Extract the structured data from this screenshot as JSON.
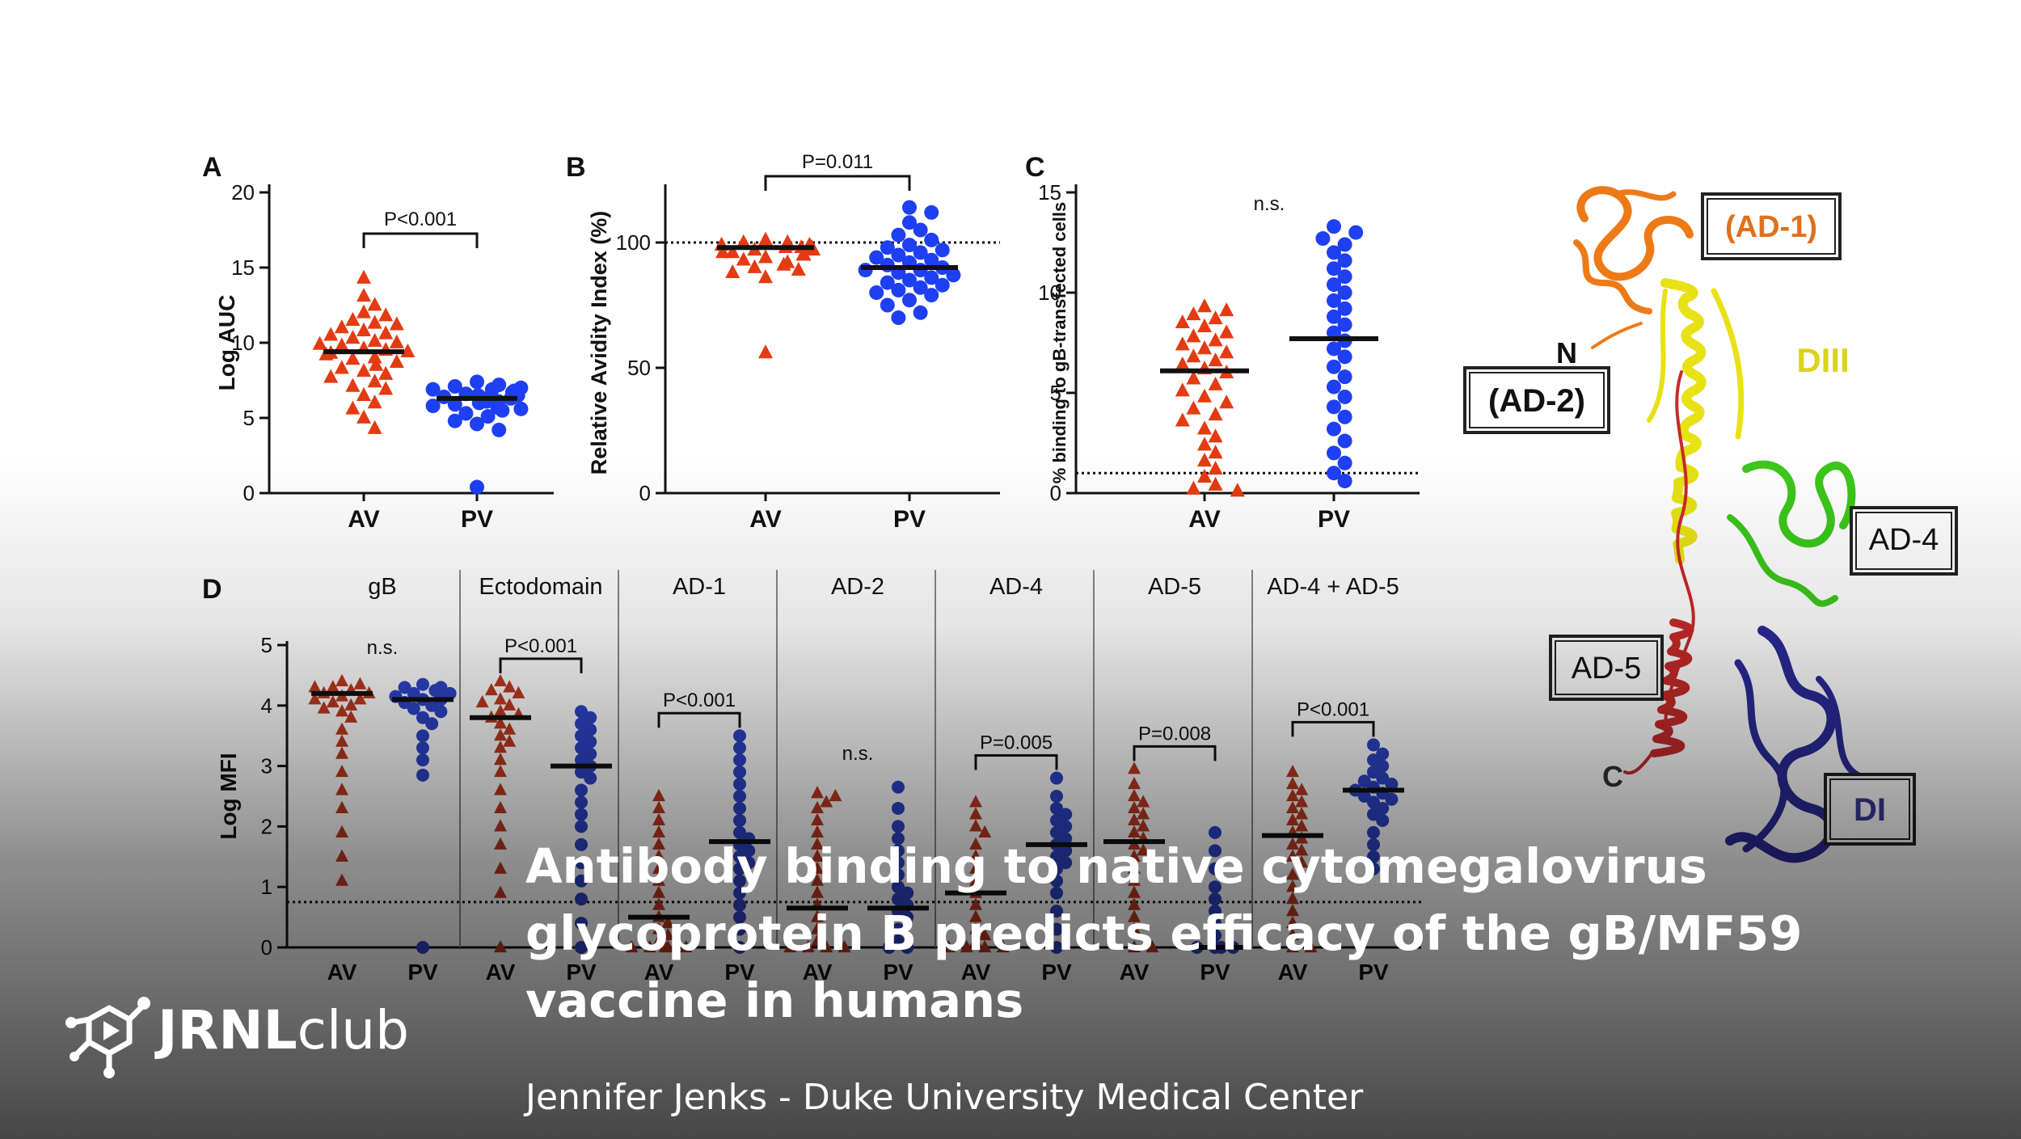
{
  "panels": {
    "A": {
      "letter": "A",
      "ylabel": "Log AUC",
      "yticks": [
        "0",
        "5",
        "10",
        "15",
        "20"
      ],
      "xticks": [
        "AV",
        "PV"
      ],
      "pvalue": "P<0.001"
    },
    "B": {
      "letter": "B",
      "ylabel": "Relative Avidity Index (%)",
      "yticks": [
        "0",
        "50",
        "100"
      ],
      "xticks": [
        "AV",
        "PV"
      ],
      "pvalue": "P=0.011"
    },
    "C": {
      "letter": "C",
      "ylabel": "% binding to gB-transfected cells",
      "yticks": [
        "0",
        "5",
        "10",
        "15"
      ],
      "xticks": [
        "AV",
        "PV"
      ],
      "pvalue": "n.s."
    },
    "D": {
      "letter": "D",
      "ylabel": "Log MFI",
      "yticks": [
        "0",
        "1",
        "2",
        "3",
        "4",
        "5"
      ],
      "groups": [
        {
          "label": "gB",
          "pvalue": "n.s.",
          "xticks": [
            "AV",
            "PV"
          ]
        },
        {
          "label": "Ectodomain",
          "pvalue": "P<0.001",
          "xticks": [
            "AV",
            "PV"
          ]
        },
        {
          "label": "AD-1",
          "pvalue": "P<0.001",
          "xticks": [
            "AV",
            "PV"
          ]
        },
        {
          "label": "AD-2",
          "pvalue": "n.s.",
          "xticks": [
            "AV",
            "PV"
          ]
        },
        {
          "label": "AD-4",
          "pvalue": "P=0.005",
          "xticks": [
            "AV",
            "PV"
          ]
        },
        {
          "label": "AD-5",
          "pvalue": "P=0.008",
          "xticks": [
            "AV",
            "PV"
          ]
        },
        {
          "label": "AD-4 + AD-5",
          "pvalue": "P<0.001",
          "xticks": [
            "AV",
            "PV"
          ]
        }
      ]
    }
  },
  "structure_labels": {
    "ad1": "(AD-1)",
    "ad2": "(AD-2)",
    "ad4": "AD-4",
    "ad5": "AD-5",
    "di": "DI",
    "diii": "DIII",
    "n": "N",
    "c": "C"
  },
  "chart_data": [
    {
      "type": "scatter",
      "panel": "A",
      "ylabel": "Log AUC",
      "ylim": [
        0,
        20
      ],
      "categories": [
        "AV",
        "PV"
      ],
      "series": [
        {
          "name": "AV",
          "marker": "triangle",
          "color": "#e43b12",
          "median": 9.4,
          "values": [
            14.3,
            13.1,
            12.5,
            12.0,
            11.8,
            11.5,
            11.3,
            11.2,
            11.0,
            10.8,
            10.6,
            10.5,
            10.3,
            10.1,
            10.0,
            9.9,
            9.8,
            9.6,
            9.5,
            9.4,
            9.3,
            9.2,
            9.0,
            8.9,
            8.7,
            8.5,
            8.3,
            8.1,
            7.9,
            7.7,
            7.4,
            7.1,
            6.9,
            6.5,
            6.0,
            5.6,
            5.0,
            4.3
          ]
        },
        {
          "name": "PV",
          "marker": "circle",
          "color": "#1f3ff2",
          "median": 6.3,
          "values": [
            7.4,
            7.2,
            7.1,
            7.0,
            6.9,
            6.9,
            6.8,
            6.7,
            6.7,
            6.6,
            6.5,
            6.5,
            6.4,
            6.3,
            6.3,
            6.2,
            6.1,
            6.1,
            6.0,
            5.9,
            5.8,
            5.7,
            5.6,
            5.5,
            5.3,
            5.1,
            4.8,
            4.6,
            4.2,
            0.4
          ]
        }
      ],
      "significance": "P<0.001"
    },
    {
      "type": "scatter",
      "panel": "B",
      "ylabel": "Relative Avidity Index (%)",
      "ylim": [
        0,
        120
      ],
      "reference_line": 100,
      "categories": [
        "AV",
        "PV"
      ],
      "series": [
        {
          "name": "AV",
          "marker": "triangle",
          "color": "#e43b12",
          "median": 98,
          "values": [
            101,
            100,
            100,
            99,
            99,
            99,
            98,
            98,
            98,
            97,
            97,
            96,
            96,
            95,
            95,
            94,
            93,
            92,
            91,
            90,
            89,
            88,
            86,
            56
          ]
        },
        {
          "name": "PV",
          "marker": "circle",
          "color": "#1f3ff2",
          "median": 90,
          "values": [
            114,
            112,
            108,
            105,
            103,
            101,
            99,
            98,
            97,
            96,
            95,
            94,
            93,
            92,
            91,
            90,
            89,
            89,
            88,
            87,
            86,
            85,
            84,
            83,
            82,
            81,
            80,
            79,
            77,
            75,
            72,
            70
          ]
        }
      ],
      "significance": "P=0.011"
    },
    {
      "type": "scatter",
      "panel": "C",
      "ylabel": "% binding to gB-transfected cells",
      "ylim": [
        0,
        15
      ],
      "reference_line": 1,
      "categories": [
        "AV",
        "PV"
      ],
      "series": [
        {
          "name": "AV",
          "marker": "triangle",
          "color": "#e43b12",
          "median": 6.1,
          "values": [
            9.3,
            9.1,
            8.9,
            8.7,
            8.5,
            8.3,
            8.0,
            7.8,
            7.6,
            7.4,
            7.2,
            7.0,
            6.8,
            6.6,
            6.4,
            6.2,
            6.0,
            5.7,
            5.4,
            5.1,
            4.8,
            4.5,
            4.2,
            3.9,
            3.6,
            3.2,
            2.8,
            2.4,
            2.0,
            1.6,
            1.2,
            0.8,
            0.4,
            0.2,
            0.1
          ]
        },
        {
          "name": "PV",
          "marker": "circle",
          "color": "#1f3ff2",
          "median": 7.7,
          "values": [
            13.3,
            13.0,
            12.7,
            12.4,
            12.0,
            11.6,
            11.2,
            10.8,
            10.4,
            10.0,
            9.6,
            9.2,
            8.8,
            8.4,
            8.0,
            7.6,
            7.2,
            6.8,
            6.3,
            5.8,
            5.3,
            4.8,
            4.3,
            3.8,
            3.2,
            2.6,
            2.0,
            1.5,
            1.0,
            0.6
          ]
        }
      ],
      "significance": "n.s."
    },
    {
      "type": "scatter",
      "panel": "D",
      "ylabel": "Log MFI",
      "ylim": [
        0,
        5
      ],
      "reference_line": 0.75,
      "groups": [
        {
          "label": "gB",
          "significance": "n.s.",
          "AV": {
            "median": 4.2,
            "values": [
              4.4,
              4.35,
              4.3,
              4.3,
              4.25,
              4.2,
              4.2,
              4.15,
              4.1,
              4.1,
              4.05,
              4.0,
              3.95,
              3.9,
              3.8,
              3.6,
              3.4,
              3.2,
              2.9,
              2.6,
              2.3,
              1.9,
              1.5,
              1.1
            ]
          },
          "PV": {
            "median": 4.1,
            "values": [
              4.35,
              4.3,
              4.3,
              4.25,
              4.2,
              4.2,
              4.15,
              4.1,
              4.1,
              4.05,
              4.0,
              3.95,
              3.9,
              3.8,
              3.7,
              3.5,
              3.3,
              3.1,
              2.85,
              0.0
            ]
          }
        },
        {
          "label": "Ectodomain",
          "significance": "P<0.001",
          "AV": {
            "median": 3.8,
            "values": [
              4.4,
              4.3,
              4.25,
              4.2,
              4.1,
              4.05,
              4.0,
              3.9,
              3.85,
              3.8,
              3.7,
              3.6,
              3.5,
              3.4,
              3.3,
              3.1,
              2.9,
              2.6,
              2.3,
              2.0,
              1.7,
              1.3,
              0.9,
              0.0
            ]
          },
          "PV": {
            "median": 3.0,
            "values": [
              3.9,
              3.8,
              3.7,
              3.6,
              3.5,
              3.4,
              3.3,
              3.2,
              3.1,
              3.0,
              2.9,
              2.8,
              2.6,
              2.4,
              2.2,
              2.0,
              1.7,
              1.4,
              1.1,
              0.8,
              0.4,
              0.0
            ]
          }
        },
        {
          "label": "AD-1",
          "significance": "P<0.001",
          "AV": {
            "median": 0.5,
            "values": [
              2.5,
              2.3,
              2.1,
              1.9,
              1.7,
              1.5,
              1.3,
              1.1,
              0.9,
              0.7,
              0.5,
              0.4,
              0.3,
              0.2,
              0.1,
              0.0,
              0.0,
              0.0,
              0.0,
              0.0
            ]
          },
          "PV": {
            "median": 1.75,
            "values": [
              3.5,
              3.3,
              3.1,
              2.9,
              2.7,
              2.5,
              2.3,
              2.1,
              1.9,
              1.8,
              1.7,
              1.6,
              1.5,
              1.4,
              1.3,
              1.1,
              0.9,
              0.7,
              0.5,
              0.3,
              0.0
            ]
          }
        },
        {
          "label": "AD-2",
          "significance": "n.s.",
          "AV": {
            "median": 0.65,
            "values": [
              2.55,
              2.5,
              2.4,
              2.3,
              2.1,
              1.9,
              1.7,
              1.5,
              1.3,
              1.1,
              0.9,
              0.7,
              0.5,
              0.3,
              0.1,
              0.0,
              0.0,
              0.0,
              0.0
            ]
          },
          "PV": {
            "median": 0.65,
            "values": [
              2.65,
              2.3,
              2.0,
              1.8,
              1.6,
              1.4,
              1.2,
              1.0,
              0.9,
              0.8,
              0.7,
              0.6,
              0.5,
              0.3,
              0.1,
              0.0,
              0.0
            ]
          }
        },
        {
          "label": "AD-4",
          "significance": "P=0.005",
          "AV": {
            "median": 0.9,
            "values": [
              2.4,
              2.2,
              2.0,
              1.9,
              1.7,
              1.5,
              1.3,
              1.1,
              0.9,
              0.7,
              0.5,
              0.3,
              0.2,
              0.1,
              0.0,
              0.0,
              0.0,
              0.0
            ]
          },
          "PV": {
            "median": 1.7,
            "values": [
              2.8,
              2.5,
              2.3,
              2.2,
              2.1,
              2.0,
              1.9,
              1.8,
              1.7,
              1.6,
              1.5,
              1.4,
              1.3,
              1.1,
              0.9,
              0.6,
              0.3,
              0.0
            ]
          }
        },
        {
          "label": "AD-5",
          "significance": "P=0.008",
          "AV": {
            "median": 1.75,
            "values": [
              2.95,
              2.7,
              2.5,
              2.4,
              2.3,
              2.2,
              2.1,
              2.0,
              1.9,
              1.8,
              1.7,
              1.6,
              1.5,
              1.3,
              1.1,
              0.9,
              0.7,
              0.5,
              0.3,
              0.0,
              0.0
            ]
          },
          "PV": {
            "median": 0.0,
            "values": [
              1.9,
              1.6,
              1.3,
              1.0,
              0.8,
              0.6,
              0.4,
              0.2,
              0.0,
              0.0,
              0.0,
              0.0
            ]
          }
        },
        {
          "label": "AD-4 + AD-5",
          "significance": "P<0.001",
          "AV": {
            "median": 1.85,
            "values": [
              2.9,
              2.7,
              2.6,
              2.5,
              2.4,
              2.3,
              2.2,
              2.1,
              2.0,
              1.9,
              1.8,
              1.7,
              1.6,
              1.5,
              1.4,
              1.2,
              1.0,
              0.8,
              0.6,
              0.4,
              0.2,
              0.0,
              0.0
            ]
          },
          "PV": {
            "median": 2.6,
            "values": [
              3.35,
              3.2,
              3.1,
              3.0,
              2.9,
              2.8,
              2.75,
              2.7,
              2.65,
              2.6,
              2.55,
              2.5,
              2.45,
              2.4,
              2.3,
              2.2,
              2.1,
              1.9,
              1.7,
              1.5,
              1.3
            ]
          }
        }
      ]
    }
  ],
  "overlay": {
    "title_lines": [
      "Antibody binding to native cytomegalovirus",
      "glycoprotein B predicts efficacy of the gB/MF59",
      "vaccine in humans"
    ],
    "subtitle": "Jennifer Jenks - Duke University Medical Center",
    "brand_bold": "JRNL",
    "brand_light": "club"
  },
  "colors": {
    "av": "#e43b12",
    "pv": "#1f3ff2",
    "av_d": "#bf3a22",
    "pv_d": "#2e44c8",
    "ad1": "#ee7a17",
    "diii": "#e8e116",
    "ad4": "#3cc71b",
    "ad5": "#c82a2a",
    "di": "#2b2b9a"
  }
}
